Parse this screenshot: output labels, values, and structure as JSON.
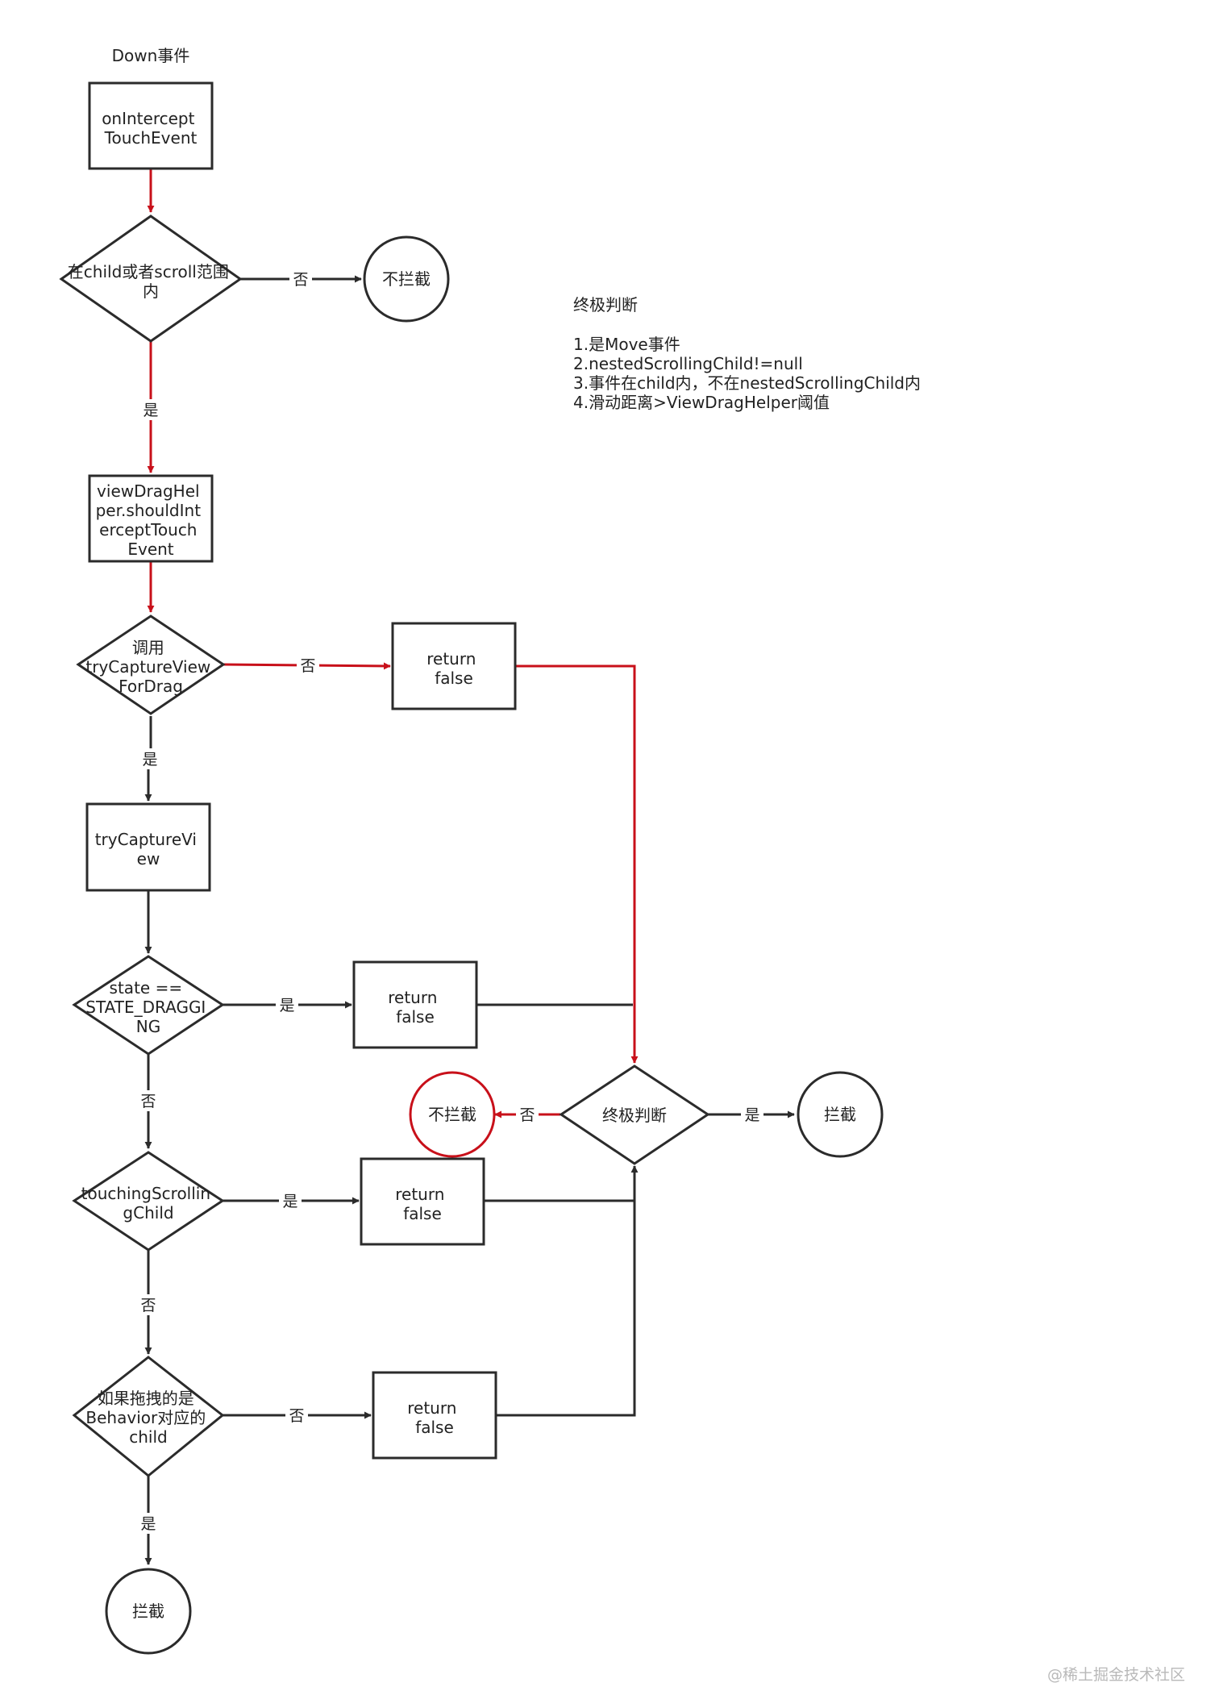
{
  "colors": {
    "line": "#2b2b2b",
    "highlight": "#c8101a",
    "watermark": "#b9b9b9"
  },
  "header": {
    "title": "Down事件"
  },
  "nodes": {
    "n1": [
      "onIntercept",
      "TouchEvent"
    ],
    "d1": [
      "在child或者scroll范围",
      "内"
    ],
    "c1": [
      "不拦截"
    ],
    "n2": [
      "viewDragHel",
      "per.shouldInt",
      "erceptTouch",
      "Event"
    ],
    "d2": [
      "调用",
      "tryCaptureView",
      "ForDrag"
    ],
    "r1": [
      "return",
      "false"
    ],
    "n3": [
      "tryCaptureVi",
      "ew"
    ],
    "d3": [
      "state ==",
      "STATE_DRAGGI",
      "NG"
    ],
    "r2": [
      "return",
      "false"
    ],
    "final": [
      "终极判断"
    ],
    "c_no": [
      "不拦截"
    ],
    "c_yes": [
      "拦截"
    ],
    "d4": [
      "touchingScrollin",
      "gChild"
    ],
    "r3": [
      "return",
      "false"
    ],
    "d5": [
      "如果拖拽的是",
      "Behavior对应的",
      "child"
    ],
    "r4": [
      "return",
      "false"
    ],
    "c_end": [
      "拦截"
    ]
  },
  "edge_labels": {
    "d1_no": "否",
    "d1_yes": "是",
    "d2_no": "否",
    "d2_yes": "是",
    "d3_yes": "是",
    "d3_no": "否",
    "final_no": "否",
    "final_yes": "是",
    "d4_yes": "是",
    "d4_no": "否",
    "d5_no": "否",
    "d5_yes": "是"
  },
  "note": {
    "title": "终极判断",
    "items": [
      "1.是Move事件",
      "2.nestedScrollingChild!=null",
      "3.事件在child内，不在nestedScrollingChild内",
      "4.滑动距离>ViewDragHelper阈值"
    ]
  },
  "watermark": "@稀土掘金技术社区"
}
